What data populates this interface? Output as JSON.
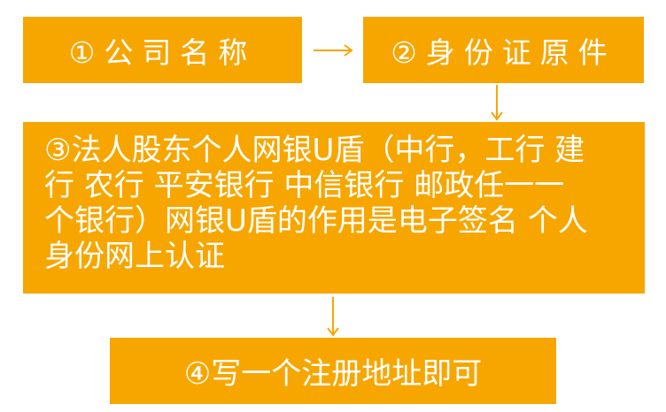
{
  "colors": {
    "box": "#F7A600",
    "text": "#ffffff",
    "arrow": "#F7A600"
  },
  "steps": [
    {
      "label": "①公司名称"
    },
    {
      "label": "②身份证原件"
    },
    {
      "lines": [
        "③法人股东个人网银U盾（中行，工行 建",
        "行 农行 平安银行 中信银行 邮政任一一",
        "个银行）网银U盾的作用是电子签名 个人",
        "身份网上认证"
      ]
    },
    {
      "label": "④写一个注册地址即可"
    }
  ]
}
